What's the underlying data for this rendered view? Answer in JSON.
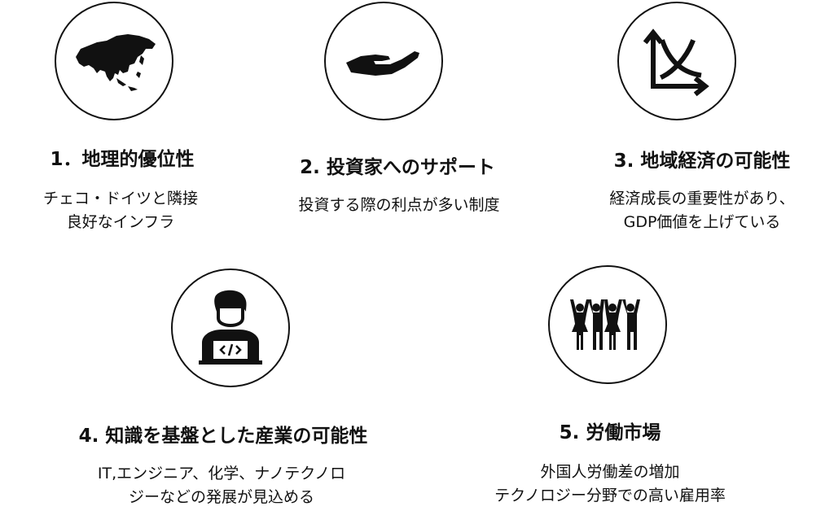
{
  "items": [
    {
      "title": "1．地理的優位性",
      "desc": [
        "チェコ・ドイツと隣接",
        "良好なインフラ"
      ],
      "icon": "asia-map-icon"
    },
    {
      "title": "2. 投資家へのサポート",
      "desc": [
        "投資する際の利点が多い制度"
      ],
      "icon": "open-hand-icon"
    },
    {
      "title": "3. 地域経済の可能性",
      "desc": [
        "経済成長の重要性があり、",
        "GDP価値を上げている"
      ],
      "icon": "growth-chart-icon"
    },
    {
      "title": "4. 知識を基盤とした産業の可能性",
      "desc": [
        "IT,エンジニア、化学、ナノテクノロ",
        "ジーなどの発展が見込める"
      ],
      "icon": "programmer-laptop-icon"
    },
    {
      "title": "5. 労働市場",
      "desc": [
        "外国人労働差の増加",
        "テクノロジー分野での高い雇用率"
      ],
      "icon": "people-group-icon"
    }
  ],
  "colors": {
    "stroke": "#111111",
    "background": "#ffffff"
  }
}
